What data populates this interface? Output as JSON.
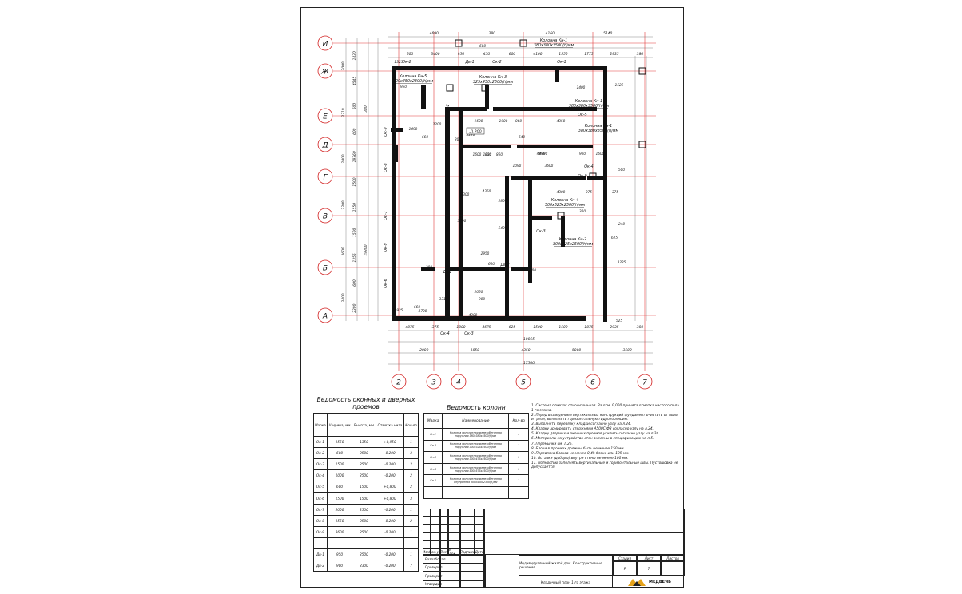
{
  "axes_letters": [
    "И",
    "Ж",
    "Е",
    "Д",
    "Г",
    "В",
    "Б",
    "А"
  ],
  "axes_numbers": [
    "2",
    "3",
    "4",
    "5",
    "6",
    "7"
  ],
  "dims": {
    "top_row1": [
      "4690",
      "380",
      "4160",
      "5140"
    ],
    "top_row2": [
      "600",
      "3400",
      "950",
      "450",
      "600",
      "4100",
      "1550",
      "1775",
      "2935",
      "380"
    ],
    "top_row0": [
      "1325"
    ],
    "bottom_row1": [
      "4075",
      "375",
      "1000",
      "4675",
      "625",
      "1500",
      "1500",
      "1075",
      "2935",
      "380"
    ],
    "bottom_total": "18065",
    "bottom_row2": [
      "2800",
      "1850",
      "4350",
      "5000",
      "3500"
    ],
    "bottom_overall": "17500",
    "left_outer": [
      "2000",
      "3310",
      "2000",
      "2300",
      "3600",
      "3400"
    ],
    "left_inner": [
      "1430",
      "4545",
      "600",
      "600",
      "19760",
      "1500",
      "1550",
      "1500",
      "1355",
      "600",
      "2300"
    ],
    "left_mid": [
      "380",
      "19300"
    ],
    "inner": [
      "950",
      "1490",
      "2200",
      "660",
      "1600",
      "1900",
      "860",
      "640",
      "4350",
      "1600",
      "800",
      "860",
      "1090",
      "4990",
      "3600",
      "4350",
      "4300",
      "3300",
      "2800",
      "5400",
      "3300",
      "2950",
      "600",
      "2050",
      "900",
      "3310",
      "4300",
      "3700",
      "1925",
      "660",
      "1400",
      "600",
      "300",
      "300",
      "300",
      "375",
      "375",
      "900",
      "3235",
      "525",
      "240",
      "500",
      "625",
      "1525",
      "4990",
      "1030",
      "1600",
      "200",
      "3220"
    ],
    "level_mark": "-0,200"
  },
  "column_labels": [
    {
      "name": "Колонна Кн-1",
      "size": "380х380х3500(h)мм"
    },
    {
      "name": "Колонна Кн-5",
      "size": "300х450х2300(h)мм"
    },
    {
      "name": "Колонна Кн-3",
      "size": "325х450х2500(h)мм"
    },
    {
      "name": "Колонна Кн-1",
      "size": "380х380х3500(h)мм"
    },
    {
      "name": "Колонна Кн-1",
      "size": "380х380х3500(h)мм"
    },
    {
      "name": "Колонна Кн-4",
      "size": "500х525х2500(h)мм"
    },
    {
      "name": "Колонна Кн-2",
      "size": "300х325х2500(h)мм"
    }
  ],
  "opening_tags": [
    "Ок-2",
    "Дв-1",
    "Ок-2",
    "Ок-1",
    "Ок-9",
    "Ок-8",
    "Ок-7",
    "Ок-9",
    "Ок-6",
    "Ок-5",
    "Ок-4",
    "Ок-3",
    "Дв-2",
    "Дв-2",
    "Дв-2",
    "Дв-2",
    "Дв-2",
    "Ок-3",
    "Ок-9",
    "Ок-4"
  ],
  "openings_schedule": {
    "title": "Ведомость оконных и дверных проемов",
    "headers": [
      "Марка",
      "Ширина, мм",
      "Высота, мм",
      "Отметка низа",
      "Кол-во"
    ],
    "rows": [
      [
        "Ок-1",
        "1550",
        "1350",
        "+0,950",
        "1"
      ],
      [
        "Ок-2",
        "600",
        "2500",
        "-0,200",
        "3"
      ],
      [
        "Ок-3",
        "1500",
        "2500",
        "-0,200",
        "2"
      ],
      [
        "Ок-4",
        "1000",
        "2500",
        "-0,200",
        "2"
      ],
      [
        "Ок-5",
        "600",
        "1500",
        "+0,800",
        "2"
      ],
      [
        "Ок-6",
        "1500",
        "1500",
        "+0,800",
        "3"
      ],
      [
        "Ок-7",
        "2000",
        "2500",
        "-0,200",
        "1"
      ],
      [
        "Ок-8",
        "1550",
        "2500",
        "-0,200",
        "2"
      ],
      [
        "Ок-9",
        "3600",
        "2500",
        "-0,200",
        "1"
      ],
      [
        "",
        "",
        "",
        "",
        ""
      ],
      [
        "Дв-1",
        "950",
        "2500",
        "-0,200",
        "1"
      ],
      [
        "Дв-2",
        "900",
        "2300",
        "-0,200",
        "7"
      ]
    ]
  },
  "columns_schedule": {
    "title": "Ведомость колонн",
    "headers": [
      "Марка",
      "Наименование",
      "Кол-во"
    ],
    "rows": [
      [
        "Кн-1",
        "Колонна монолитная железобетонная наружная 380х380х3500(h)мм",
        "4"
      ],
      [
        "Кн-2",
        "Колонна монолитная железобетонная наружная 300х325х2500(h)мм",
        "1"
      ],
      [
        "Кн-3",
        "Колонна монолитная железобетонная наружная 300х475х2500(h)мм",
        "1"
      ],
      [
        "Кн-4",
        "Колонна монолитная железобетонная наружная 500х575х2500(h)мм",
        "1"
      ],
      [
        "Кн-5",
        "Колонна монолитная железобетонная внутренняя 300х450х2300(h)мм",
        "1"
      ],
      [
        "",
        "",
        ""
      ]
    ]
  },
  "notes": [
    "1.   Система отметок относительная. За отм. 0,000 принята отметка чистого пола 1-го этажа.",
    "2.   Перед возведением вертикальных конструкций фундамент очистить от пыли и грязи, выполнить горизонтальную гидроизоляцию.",
    "3.   Выполнять перевязку кладки согласно узлу на л.24.",
    "4.   Кладку армировать стержнями А500С Ф8 согласно узлу на л.24.",
    "5.   Кладку дверных и оконных проемов усилить согласно узлу на л.24.",
    "6.   Материалы на устройство стен внесены в спецификацию на л.5.",
    "7.   Перемычки см. л.25.",
    "8.   Блоки в проемах должны быть не менее 150 мм.",
    "9.   Перевязка блоков не менее 0,4h блока или 125 мм.",
    "10.  Вставки (доборы) внутри стены не менее 100 мм.",
    "11.  Полностью заполнять вертикальные и горизонтальные швы. Пустошовка не допускается."
  ],
  "stamp": {
    "header_cols": [
      "Изм.",
      "Кол.уч.",
      "Лист",
      "N док.",
      "Подпись",
      "Дата"
    ],
    "roles": [
      "Разработал",
      "Проверил",
      "Проверил",
      "Утвердил"
    ],
    "project": "Индивидуальный жилой дом. Конструктивные решения.",
    "sheet_title": "Кладочный план 1-го этажа",
    "stage_label": "Стадия",
    "sheet_label": "Лист",
    "sheets_label": "Листов",
    "stage": "Р",
    "sheet_no": "7",
    "logo_text": "МЕДВЕЧЬ"
  }
}
